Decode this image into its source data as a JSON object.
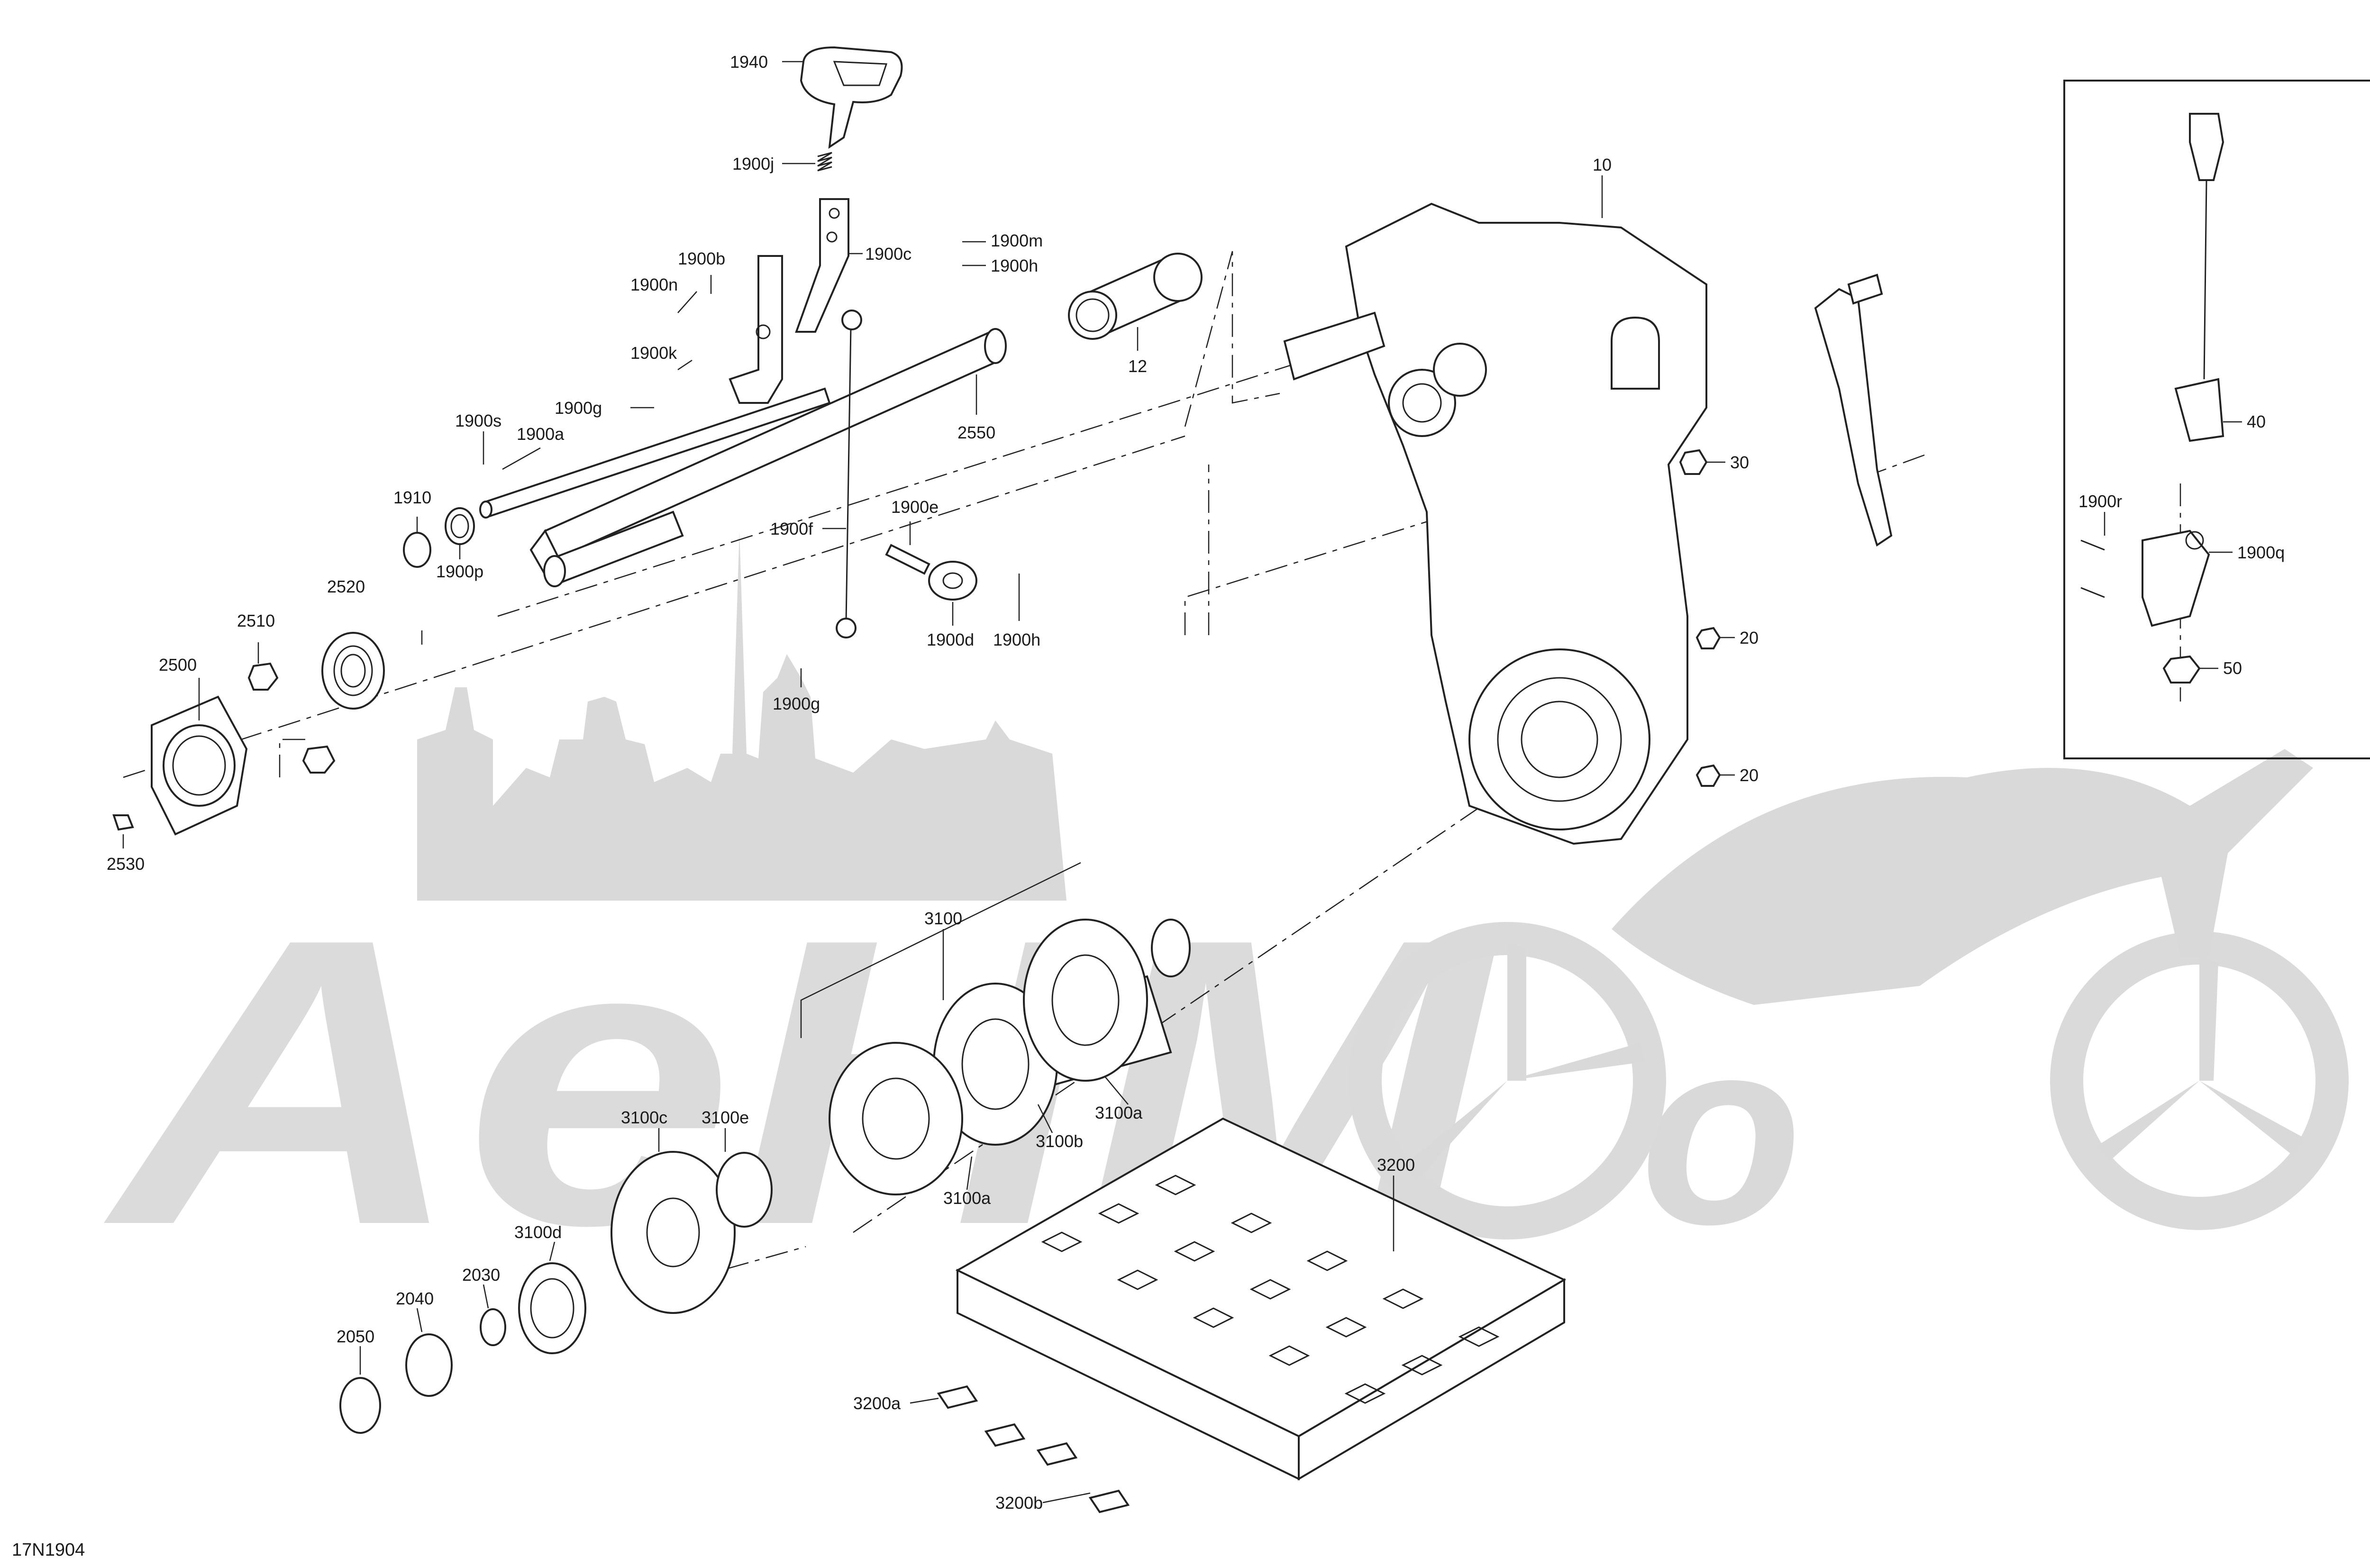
{
  "diagram": {
    "document_id": "17N1904",
    "part_labels": {
      "p1940": "1940",
      "p1900j": "1900j",
      "p1900c": "1900c",
      "p1900m": "1900m",
      "p1900b": "1900b",
      "p1900h_top": "1900h",
      "p1900n": "1900n",
      "p1900k": "1900k",
      "p1900g_top": "1900g",
      "p1900s": "1900s",
      "p1900a": "1900a",
      "p1910": "1910",
      "p1900p": "1900p",
      "p2520": "2520",
      "p2510": "2510",
      "p2500": "2500",
      "p2530": "2530",
      "p2550": "2550",
      "p12": "12",
      "p1900f": "1900f",
      "p1900e": "1900e",
      "p1900d": "1900d",
      "p1900h_bottom": "1900h",
      "p1900g_bottom": "1900g",
      "p10": "10",
      "p30": "30",
      "p20_top": "20",
      "p20_bottom": "20",
      "p40": "40",
      "p1900r": "1900r",
      "p1900q": "1900q",
      "p50": "50",
      "p3100": "3100",
      "p3100c": "3100c",
      "p3100e": "3100e",
      "p3100a_right": "3100a",
      "p3100b": "3100b",
      "p3100a_bottom": "3100a",
      "p3100d": "3100d",
      "p2030": "2030",
      "p2040": "2040",
      "p2050": "2050",
      "p3200": "3200",
      "p3200a": "3200a",
      "p3200b": "3200b"
    }
  },
  "watermark": {
    "text": "AeHMoto",
    "color": "#d9d9d9"
  }
}
